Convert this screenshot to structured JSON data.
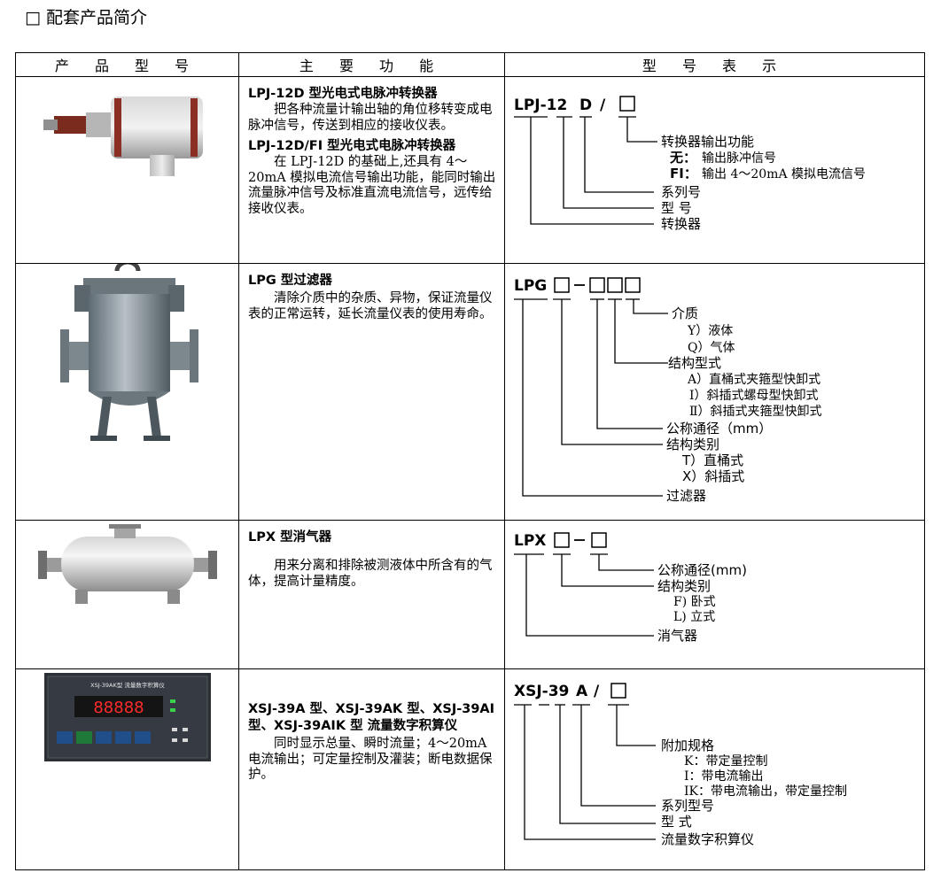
{
  "page_title": "□ 配套产品简介",
  "headers": [
    "产 品 型 号",
    "主 要 功 能",
    "型 号 表 示"
  ],
  "rows": [
    {
      "descs": [
        {
          "title": "LPJ-12D 型光电式电脉冲转换器",
          "text": "把各种流量计输出轴的角位移转变成电脉冲信号，传送到相应的接收仪表。"
        },
        {
          "title": "LPJ-12D/FI 型光电式电脉冲转换器",
          "text": "在 LPJ-12D 的基础上,还具有 4～20mA 模拟电流信号输出功能，能同时输出流量脉冲信号及标准直流电流信号，远传给接收仪表。"
        }
      ],
      "code": {
        "p1": "LPJ-12",
        "p2": "D",
        "p3": "/",
        "box": "□"
      },
      "labels": {
        "func": "转换器输出功能",
        "func_none_k": "无：",
        "func_none_v": "输出脉冲信号",
        "func_fi_k": "FI：",
        "func_fi_v": "输出 4～20mA 模拟电流信号",
        "series": "系列号",
        "model": "型 号",
        "converter": "转换器"
      }
    },
    {
      "descs": [
        {
          "title": "LPG 型过滤器",
          "text": "清除介质中的杂质、异物，保证流量仪表的正常运转，延长流量仪表的使用寿命。"
        }
      ],
      "code": {
        "p1": "LPG",
        "b1": "□",
        "dash": "-",
        "b2": "□",
        "b3": "□",
        "b4": "□"
      },
      "labels": {
        "medium": "介质",
        "liquid": "Y）液体",
        "gas": "Q）气体",
        "form": "结构型式",
        "form_a": "A）直桶式夹箍型快卸式",
        "form_i": "Ⅰ）斜插式螺母型快卸式",
        "form_ii": "Ⅱ）斜插式夹箍型快卸式",
        "dn": "公称通径（mm）",
        "cat": "结构类别",
        "cat_t": "T）直桶式",
        "cat_x": "X）斜插式",
        "filter": "过滤器"
      }
    },
    {
      "descs": [
        {
          "title": "LPX 型消气器",
          "text": "用来分离和排除被测液体中所含有的气体，提高计量精度。"
        }
      ],
      "code": {
        "p1": "LPX",
        "b1": "□",
        "dash": "-",
        "b2": "□"
      },
      "labels": {
        "dn": "公称通径(mm)",
        "cat": "结构类别",
        "cat_f": "F) 卧式",
        "cat_l": "L) 立式",
        "eliminator": "消气器"
      }
    },
    {
      "descs": [
        {
          "title": "XSJ-39A 型、XSJ-39AK 型、XSJ-39AI 型、XSJ-39AIK 型 流量数字积算仪",
          "text": "同时显示总量、瞬时流量；4～20mA 电流输出；可定量控制及灌装；断电数据保护。"
        }
      ],
      "code": {
        "p1": "XSJ-39",
        "p2": "A",
        "p3": "/",
        "box": "□"
      },
      "labels": {
        "extra": "附加规格",
        "k": "K：带定量控制",
        "i": "I：带电流输出",
        "ik": "IK：带电流输出，带定量控制",
        "series": "系列型号",
        "model": "型 式",
        "totalizer": "流量数字积算仪"
      },
      "device": {
        "panel_title": "XSJ-39AK型 流量数字积算仪",
        "display": "88888"
      }
    }
  ]
}
